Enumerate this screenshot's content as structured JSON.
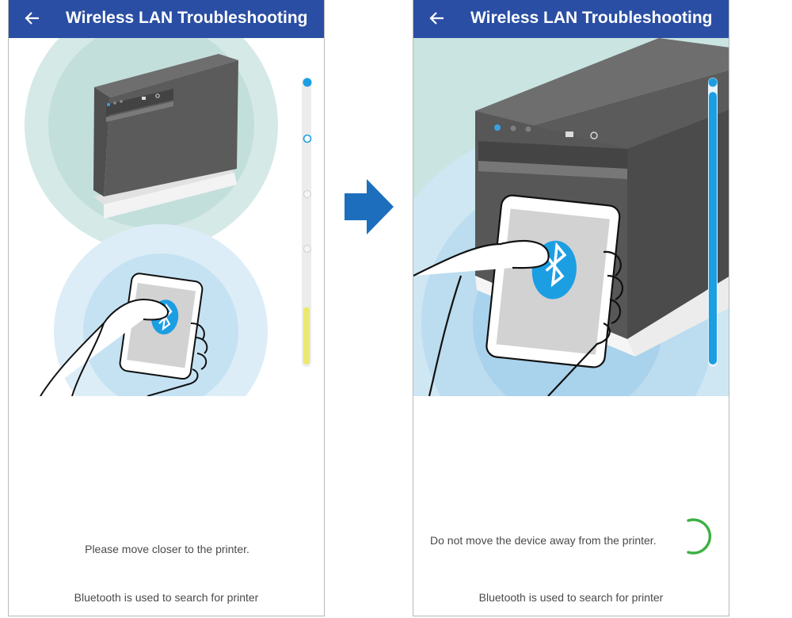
{
  "screens": [
    {
      "title": "Wireless LAN Troubleshooting",
      "message": "Please move closer to the printer.",
      "footer": "Bluetooth is used to search for printer",
      "signal_level": 0.2,
      "signal_color": "#ece86e"
    },
    {
      "title": "Wireless LAN Troubleshooting",
      "message": "Do not move the device away from the printer.",
      "footer": "Bluetooth is used to search for printer",
      "signal_level": 0.95,
      "signal_color": "#1c9ee3"
    }
  ],
  "colors": {
    "appbar": "#2a4ea3",
    "bluetooth": "#1c9ee3",
    "spinner": "#3cb043",
    "flow_arrow": "#1d6fbe"
  },
  "icons": [
    "back-arrow-icon",
    "bluetooth-icon",
    "loading-spinner-icon",
    "flow-arrow-icon"
  ]
}
